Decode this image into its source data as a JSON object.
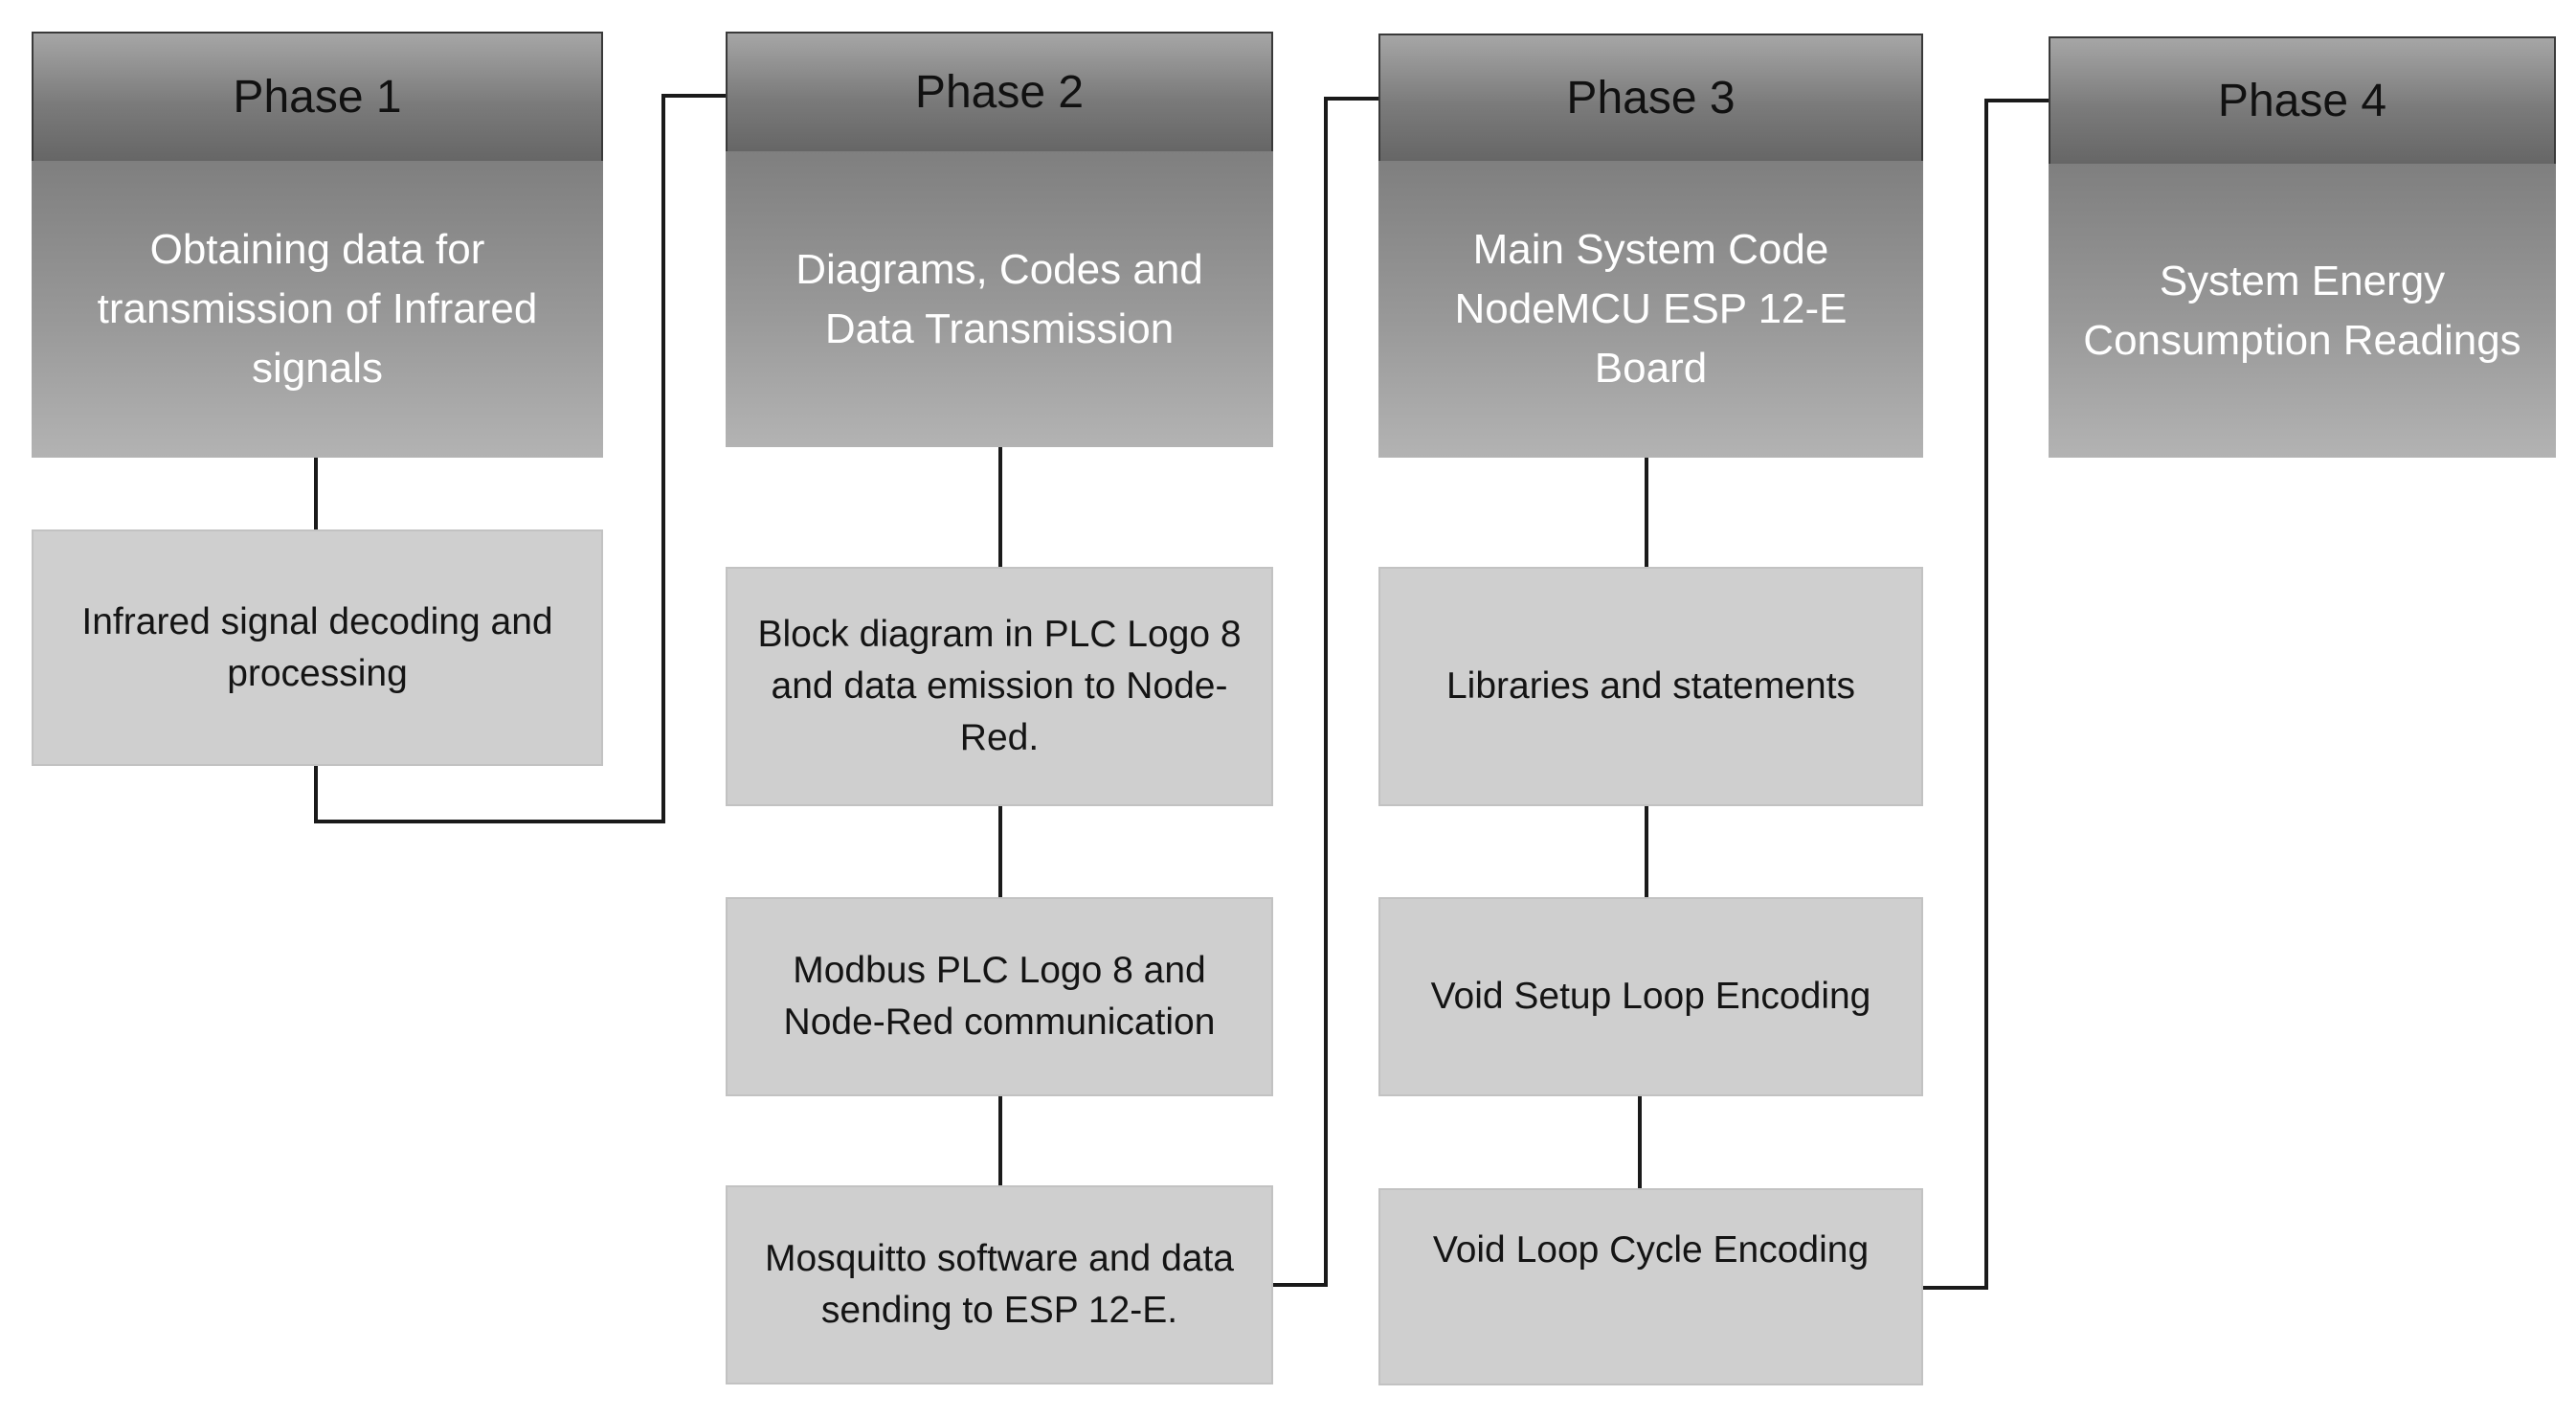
{
  "phases": [
    {
      "title": "Phase 1",
      "description": "Obtaining data for transmission of Infrared signals",
      "steps": [
        "Infrared signal decoding and processing"
      ]
    },
    {
      "title": "Phase 2",
      "description": "Diagrams, Codes and Data Transmission",
      "steps": [
        "Block diagram in PLC Logo 8 and data emission to Node-Red.",
        "Modbus PLC Logo 8 and Node-Red communication",
        "Mosquitto software and data sending to ESP 12-E."
      ]
    },
    {
      "title": "Phase 3",
      "description": "Main System Code NodeMCU ESP 12-E Board",
      "steps": [
        "Libraries and statements",
        "Void Setup Loop Encoding",
        "Void Loop Cycle Encoding"
      ]
    },
    {
      "title": "Phase 4",
      "description": "System Energy Consumption Readings",
      "steps": []
    }
  ]
}
